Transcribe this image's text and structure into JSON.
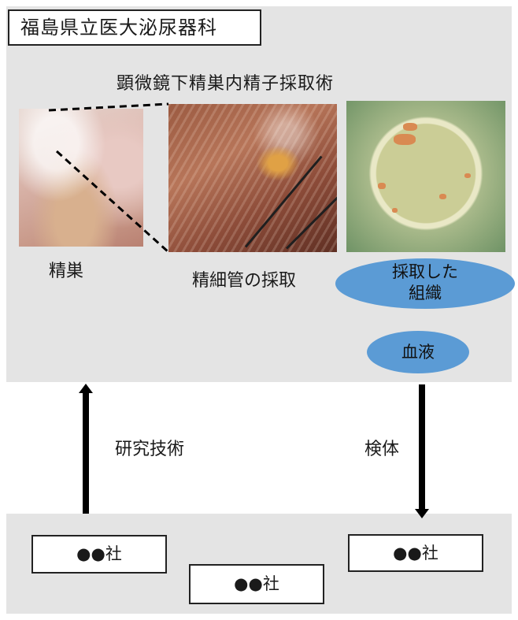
{
  "header": {
    "title": "福島県立医大泌尿器科"
  },
  "procedure": {
    "name": "顕微鏡下精巣内精子採取術"
  },
  "photos": {
    "testis_caption": "精巣",
    "tubules_caption": "精細管の採取"
  },
  "samples": {
    "tissue_line1": "採取した",
    "tissue_line2": "組織",
    "blood": "血液"
  },
  "flows": {
    "research_tech": "研究技術",
    "specimen": "検体"
  },
  "companies": [
    {
      "label": "●●社"
    },
    {
      "label": "●●社"
    },
    {
      "label": "●●社"
    }
  ],
  "colors": {
    "panel_bg": "#e4e4e4",
    "sample_ellipse": "#5b9bd5",
    "arrow": "#000000"
  }
}
